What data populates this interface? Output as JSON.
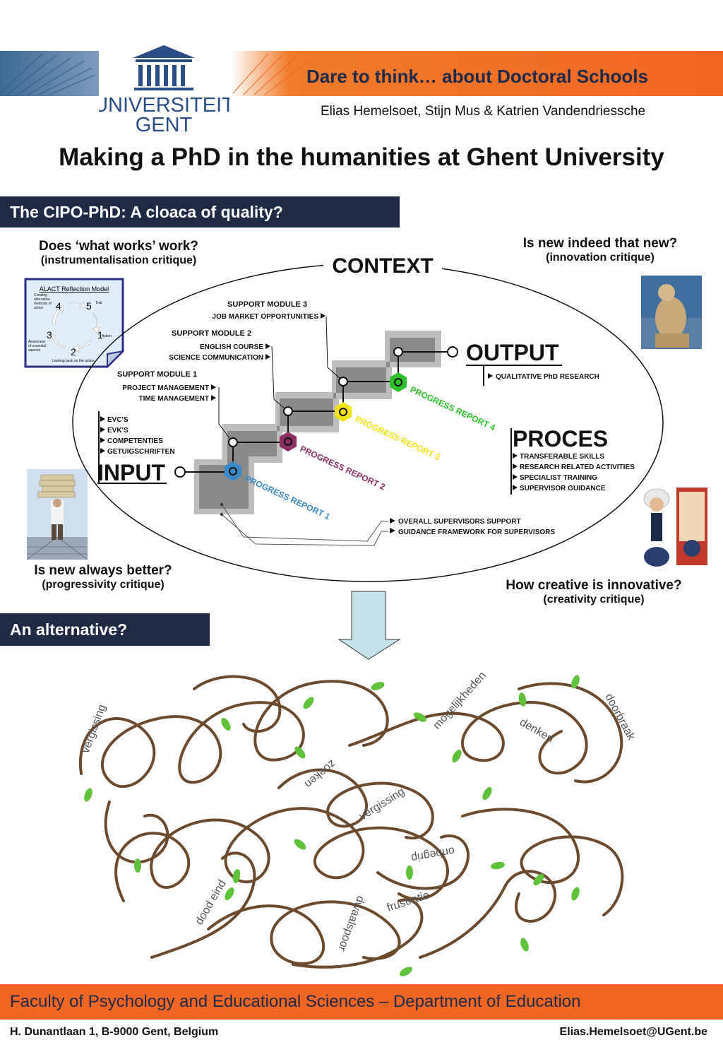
{
  "header": {
    "title": "Dare to think… about Doctoral Schools",
    "authors": "Elias Hemelsoet, Stijn Mus & Katrien Vandendriessche",
    "logo_line1": "UNIVERSITEIT",
    "logo_line2": "GENT"
  },
  "main_title": "Making a PhD in the humanities at Ghent University",
  "section1": {
    "heading": "The CIPO-PhD: A cloaca of quality?",
    "critiques": [
      {
        "question": "Does ‘what works’ work?",
        "sub": "(instrumentalisation critique)"
      },
      {
        "question": "Is new indeed that new?",
        "sub": "(innovation critique)"
      },
      {
        "question": "Is new always better?",
        "sub": "(progressivity critique)"
      },
      {
        "question": "How creative is innovative?",
        "sub": "(creativity critique)"
      }
    ],
    "alact": {
      "title": "ALACT Reflection Model",
      "steps": [
        "1",
        "2",
        "3",
        "4",
        "5"
      ],
      "step_labels": [
        "Action",
        "Looking back on the action",
        "Awareness of essential aspects",
        "Creating alternative methods of action",
        "Trial"
      ]
    },
    "diagram": {
      "context": "CONTEXT",
      "input": "INPUT",
      "output": "OUTPUT",
      "proces": "PROCES",
      "input_items": [
        "EVC'S",
        "EVK'S",
        "COMPETENTIES",
        "GETUIGSCHRIFTEN"
      ],
      "support1": {
        "title": "SUPPORT MODULE 1",
        "items": [
          "PROJECT MANAGEMENT",
          "TIME MANAGEMENT"
        ]
      },
      "support2": {
        "title": "SUPPORT MODULE 2",
        "items": [
          "ENGLISH COURSE",
          "SCIENCE COMMUNICATION"
        ]
      },
      "support3": {
        "title": "SUPPORT MODULE 3",
        "items": [
          "JOB MARKET OPPORTUNITIES"
        ]
      },
      "output_items": [
        "QUALITATIVE PhD RESEARCH"
      ],
      "proces_items": [
        "TRANSFERABLE SKILLS",
        "RESEARCH RELATED ACTIVITIES",
        "SPECIALIST TRAINING",
        "SUPERVISOR GUIDANCE"
      ],
      "supervisor_items": [
        "OVERALL SUPERVISORS SUPPORT",
        "GUIDANCE FRAMEWORK FOR SUPERVISORS"
      ],
      "progress_reports": [
        "PROGRESS REPORT 1",
        "PROGRESS REPORT 2",
        "PROGRESS REPORT 3",
        "PROGRESS REPORT 4"
      ],
      "progress_colors": [
        "#3a88c6",
        "#8b2e63",
        "#f2e21a",
        "#2cc12a"
      ]
    }
  },
  "section2": {
    "heading": "An alternative?",
    "vine_words": [
      "vergissing",
      "mogelijkheden",
      "denken",
      "doorbraak",
      "zoeken",
      "vergissing",
      "onbegrip",
      "dood eind",
      "dwaalspoor",
      "frustratie"
    ],
    "colors": {
      "vine": "#6b4a2e",
      "leaf": "#5fc23a",
      "arrow": "#c4e3ea"
    }
  },
  "footer": {
    "faculty": "Faculty of Psychology and Educational Sciences – Department of Education",
    "address": "H. Dunantlaan 1, B-9000 Gent, Belgium",
    "email": "Elias.Hemelsoet@UGent.be"
  }
}
